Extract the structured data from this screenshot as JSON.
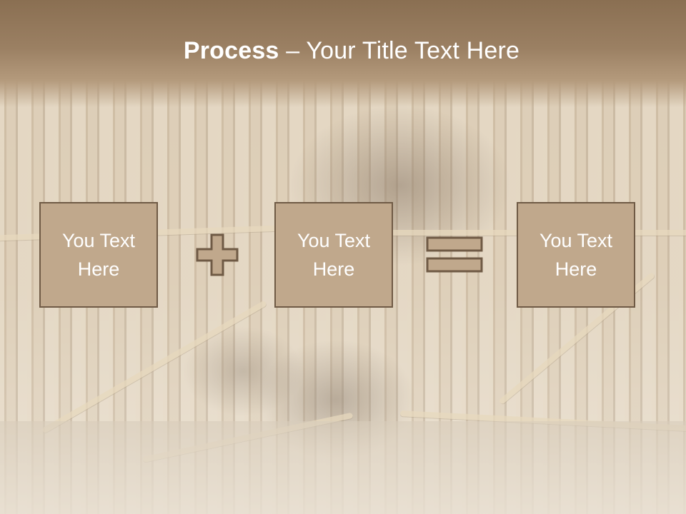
{
  "slide": {
    "title_bold": "Process",
    "title_rest": " – Your Title Text Here",
    "boxes": [
      {
        "label": "You Text\nHere"
      },
      {
        "label": "You Text\nHere"
      },
      {
        "label": "You Text\nHere"
      }
    ],
    "operators": [
      "plus-icon",
      "equals-icon"
    ]
  },
  "colors": {
    "header": "#9b8063",
    "box_fill": "#c0a88c",
    "box_border": "#6f5a45",
    "text": "#ffffff"
  }
}
